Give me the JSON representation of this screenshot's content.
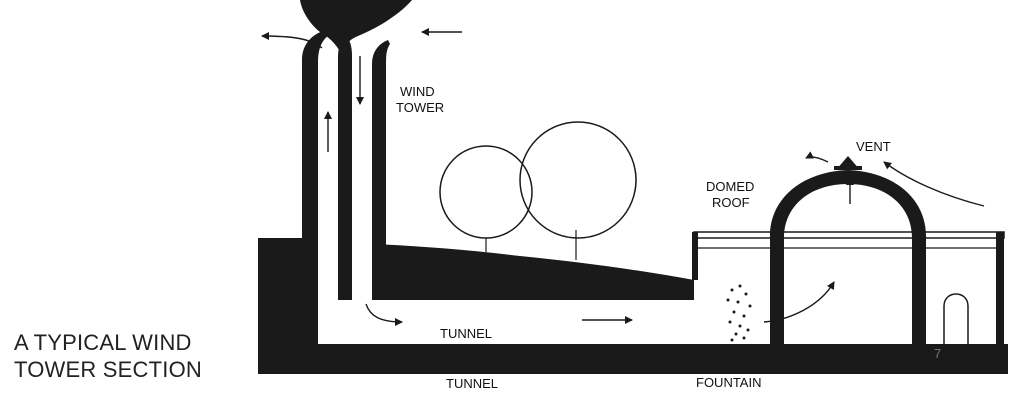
{
  "title": {
    "line1": "A TYPICAL WIND",
    "line2": "TOWER SECTION"
  },
  "labels": {
    "wind_tower": [
      "WIND",
      "TOWER"
    ],
    "vent": "VENT",
    "domed_roof": [
      "DOMED",
      "ROOF"
    ],
    "tunnel_inner": "TUNNEL",
    "tunnel_below": "TUNNEL",
    "fountain": "FOUNTAIN",
    "page_number": "7"
  },
  "colors": {
    "ink": "#1a1a1a",
    "background": "#ffffff"
  }
}
